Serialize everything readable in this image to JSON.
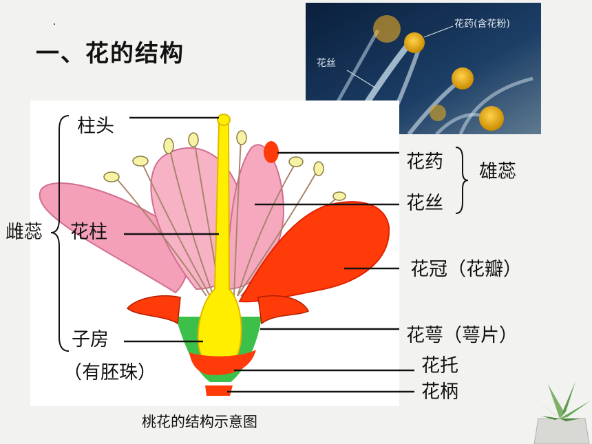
{
  "slide": {
    "title": "一、花的结构",
    "caption": "桃花的结构示意图"
  },
  "photo": {
    "label_anther": "花药(含花粉)",
    "label_filament": "花丝"
  },
  "labels": {
    "stigma": "柱头",
    "style": "花柱",
    "ovary": "子房",
    "ovule": "（有胚珠）",
    "pistil": "雌蕊",
    "anther": "花药",
    "filament": "花丝",
    "stamen": "雄蕊",
    "corolla": "花冠（花瓣）",
    "calyx": "花萼（萼片）",
    "receptacle": "花托",
    "pedicel": "花柄"
  },
  "colors": {
    "petal_pink": "#f4a0b8",
    "highlight_red": "#ff3b0a",
    "pistil_yellow": "#ffee00",
    "ovary_green": "#3cc04a",
    "photo_bg": "#0f2a4e"
  }
}
